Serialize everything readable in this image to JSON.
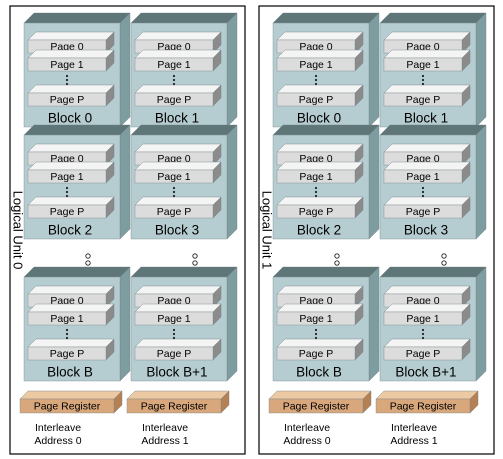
{
  "units": [
    {
      "label": "Logical Unit 0",
      "columns": [
        {
          "blocks": [
            {
              "label": "Block 0",
              "pages": [
                "Page 0",
                "Page 1",
                "Page P"
              ]
            },
            {
              "label": "Block 2",
              "pages": [
                "Page 0",
                "Page 1",
                "Page P"
              ]
            },
            {
              "label": "Block B",
              "pages": [
                "Page 0",
                "Page 1",
                "Page P"
              ]
            }
          ],
          "register": "Page Register",
          "interleave": [
            "Interleave",
            "Address 0"
          ]
        },
        {
          "blocks": [
            {
              "label": "Block 1",
              "pages": [
                "Page 0",
                "Page 1",
                "Page P"
              ]
            },
            {
              "label": "Block 3",
              "pages": [
                "Page 0",
                "Page 1",
                "Page P"
              ]
            },
            {
              "label": "Block B+1",
              "pages": [
                "Page 0",
                "Page 1",
                "Page P"
              ]
            }
          ],
          "register": "Page Register",
          "interleave": [
            "Interleave",
            "Address 1"
          ]
        }
      ]
    },
    {
      "label": "Logical Unit 1",
      "columns": [
        {
          "blocks": [
            {
              "label": "Block 0",
              "pages": [
                "Page 0",
                "Page 1",
                "Page P"
              ]
            },
            {
              "label": "Block 2",
              "pages": [
                "Page 0",
                "Page 1",
                "Page P"
              ]
            },
            {
              "label": "Block B",
              "pages": [
                "Page 0",
                "Page 1",
                "Page P"
              ]
            }
          ],
          "register": "Page Register",
          "interleave": [
            "Interleave",
            "Address 0"
          ]
        },
        {
          "blocks": [
            {
              "label": "Block 1",
              "pages": [
                "Page 0",
                "Page 1",
                "Page P"
              ]
            },
            {
              "label": "Block 3",
              "pages": [
                "Page 0",
                "Page 1",
                "Page P"
              ]
            },
            {
              "label": "Block B+1",
              "pages": [
                "Page 0",
                "Page 1",
                "Page P"
              ]
            }
          ],
          "register": "Page Register",
          "interleave": [
            "Interleave",
            "Address 1"
          ]
        }
      ]
    }
  ],
  "colors": {
    "block_front": "#b5ccd0",
    "block_top": "#5f7679",
    "block_side": "#7e9da1",
    "page_front": "#dcdcdc",
    "page_top": "#f4f4f4",
    "page_side": "#8b8b8b",
    "register_front": "#d8a77c",
    "register_top": "#ecc9a2",
    "register_side": "#b58154",
    "frame": "#000000"
  }
}
